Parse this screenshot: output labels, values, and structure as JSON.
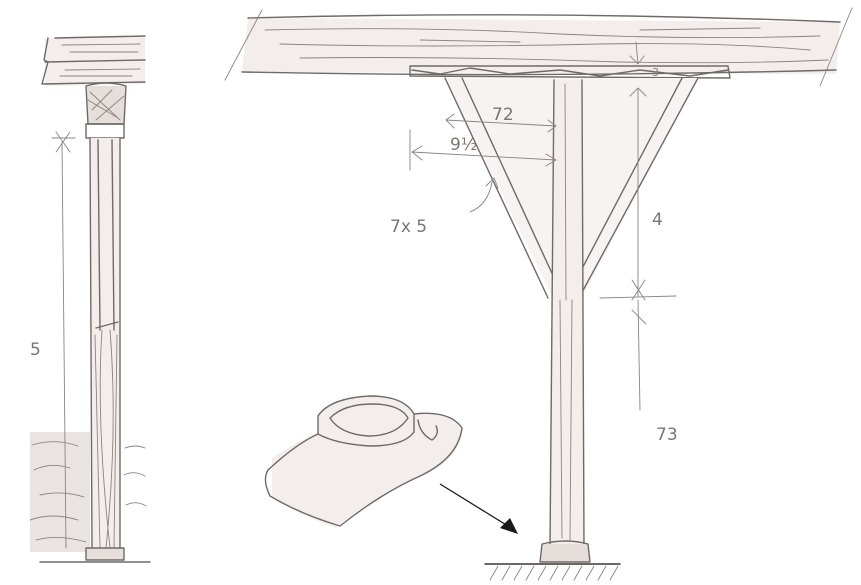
{
  "dimensions": {
    "bracket_horizontal": "72",
    "brace_width": "9½",
    "brace_section": "7x 5",
    "brace_height": "4",
    "post_height": "73",
    "beam_gap": "3",
    "left_post_fragment": "5"
  },
  "colors": {
    "ink": "#6f6a68",
    "wood_fill": "#f3eeec",
    "arrow": "#1a1a1a"
  }
}
